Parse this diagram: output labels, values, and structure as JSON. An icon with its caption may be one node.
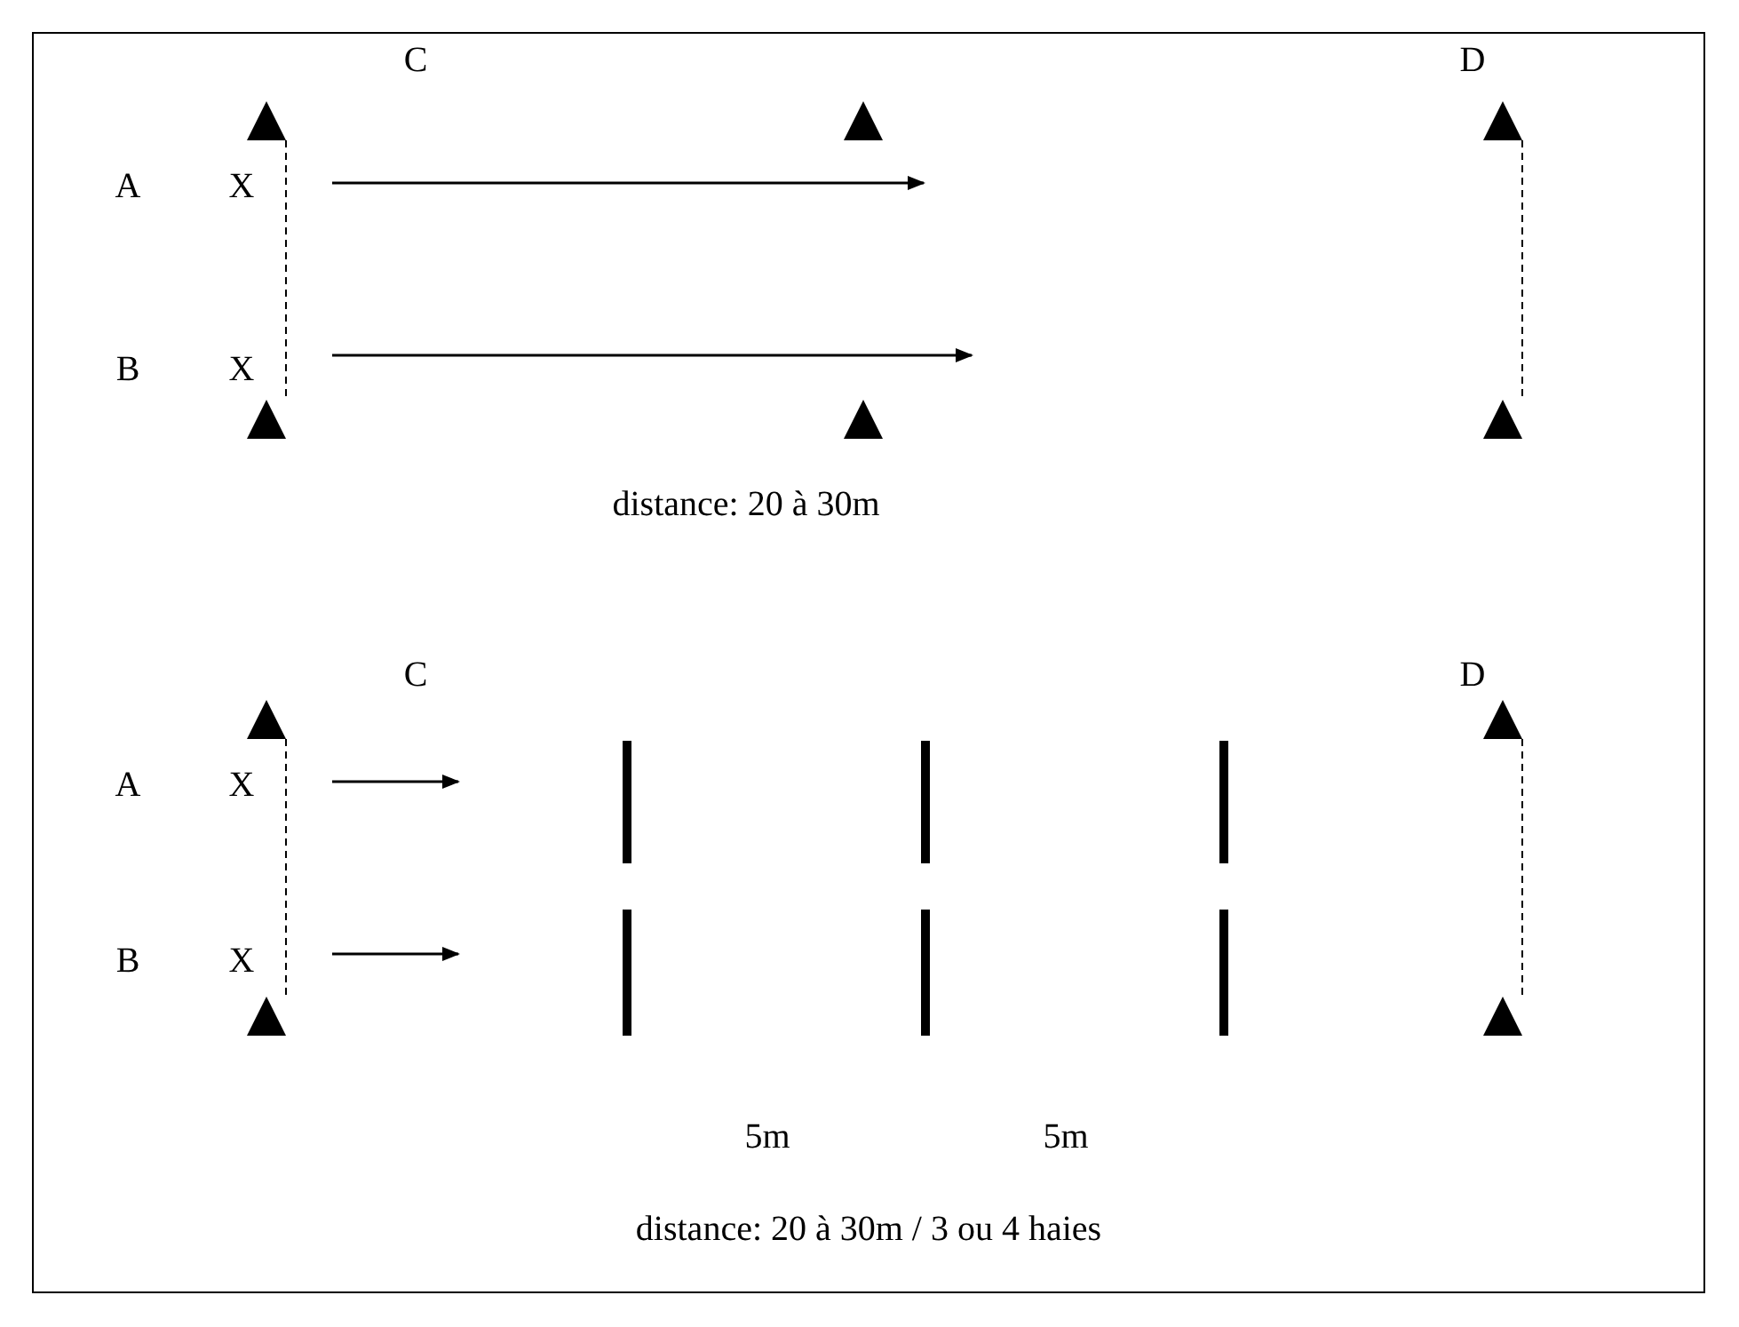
{
  "diagram": {
    "nodes": [
      {
        "text": [],
        "shape": "triangle"
      },
      {
        "text": [],
        "shape": "triangle"
      },
      {
        "text": [],
        "shape": "triangle"
      },
      {
        "text": [],
        "shape": "triangle"
      },
      {
        "text": [],
        "shape": "triangle"
      },
      {
        "text": [],
        "shape": "triangle"
      },
      {
        "text": [],
        "shape": "triangle"
      },
      {
        "text": [],
        "shape": "triangle"
      },
      {
        "text": [],
        "shape": "triangle"
      },
      {
        "text": [],
        "shape": "triangle"
      }
    ],
    "edges": [
      {
        "from": 0,
        "to": 3,
        "arrow": "none",
        "style": "dashed"
      },
      {
        "from": 2,
        "to": 5,
        "arrow": "none",
        "style": "dashed"
      },
      {
        "from": 6,
        "to": 8,
        "arrow": "none",
        "style": "dashed"
      },
      {
        "from": 7,
        "to": 9,
        "arrow": "none",
        "style": "dashed"
      }
    ],
    "labels": [
      "C",
      "D",
      "A",
      "X",
      "B",
      "X",
      "distance: 20 à 30m",
      "C",
      "D",
      "A",
      "X",
      "B",
      "X",
      "5m",
      "5m",
      "distance: 20 à 30m / 3 ou 4 haies"
    ]
  }
}
